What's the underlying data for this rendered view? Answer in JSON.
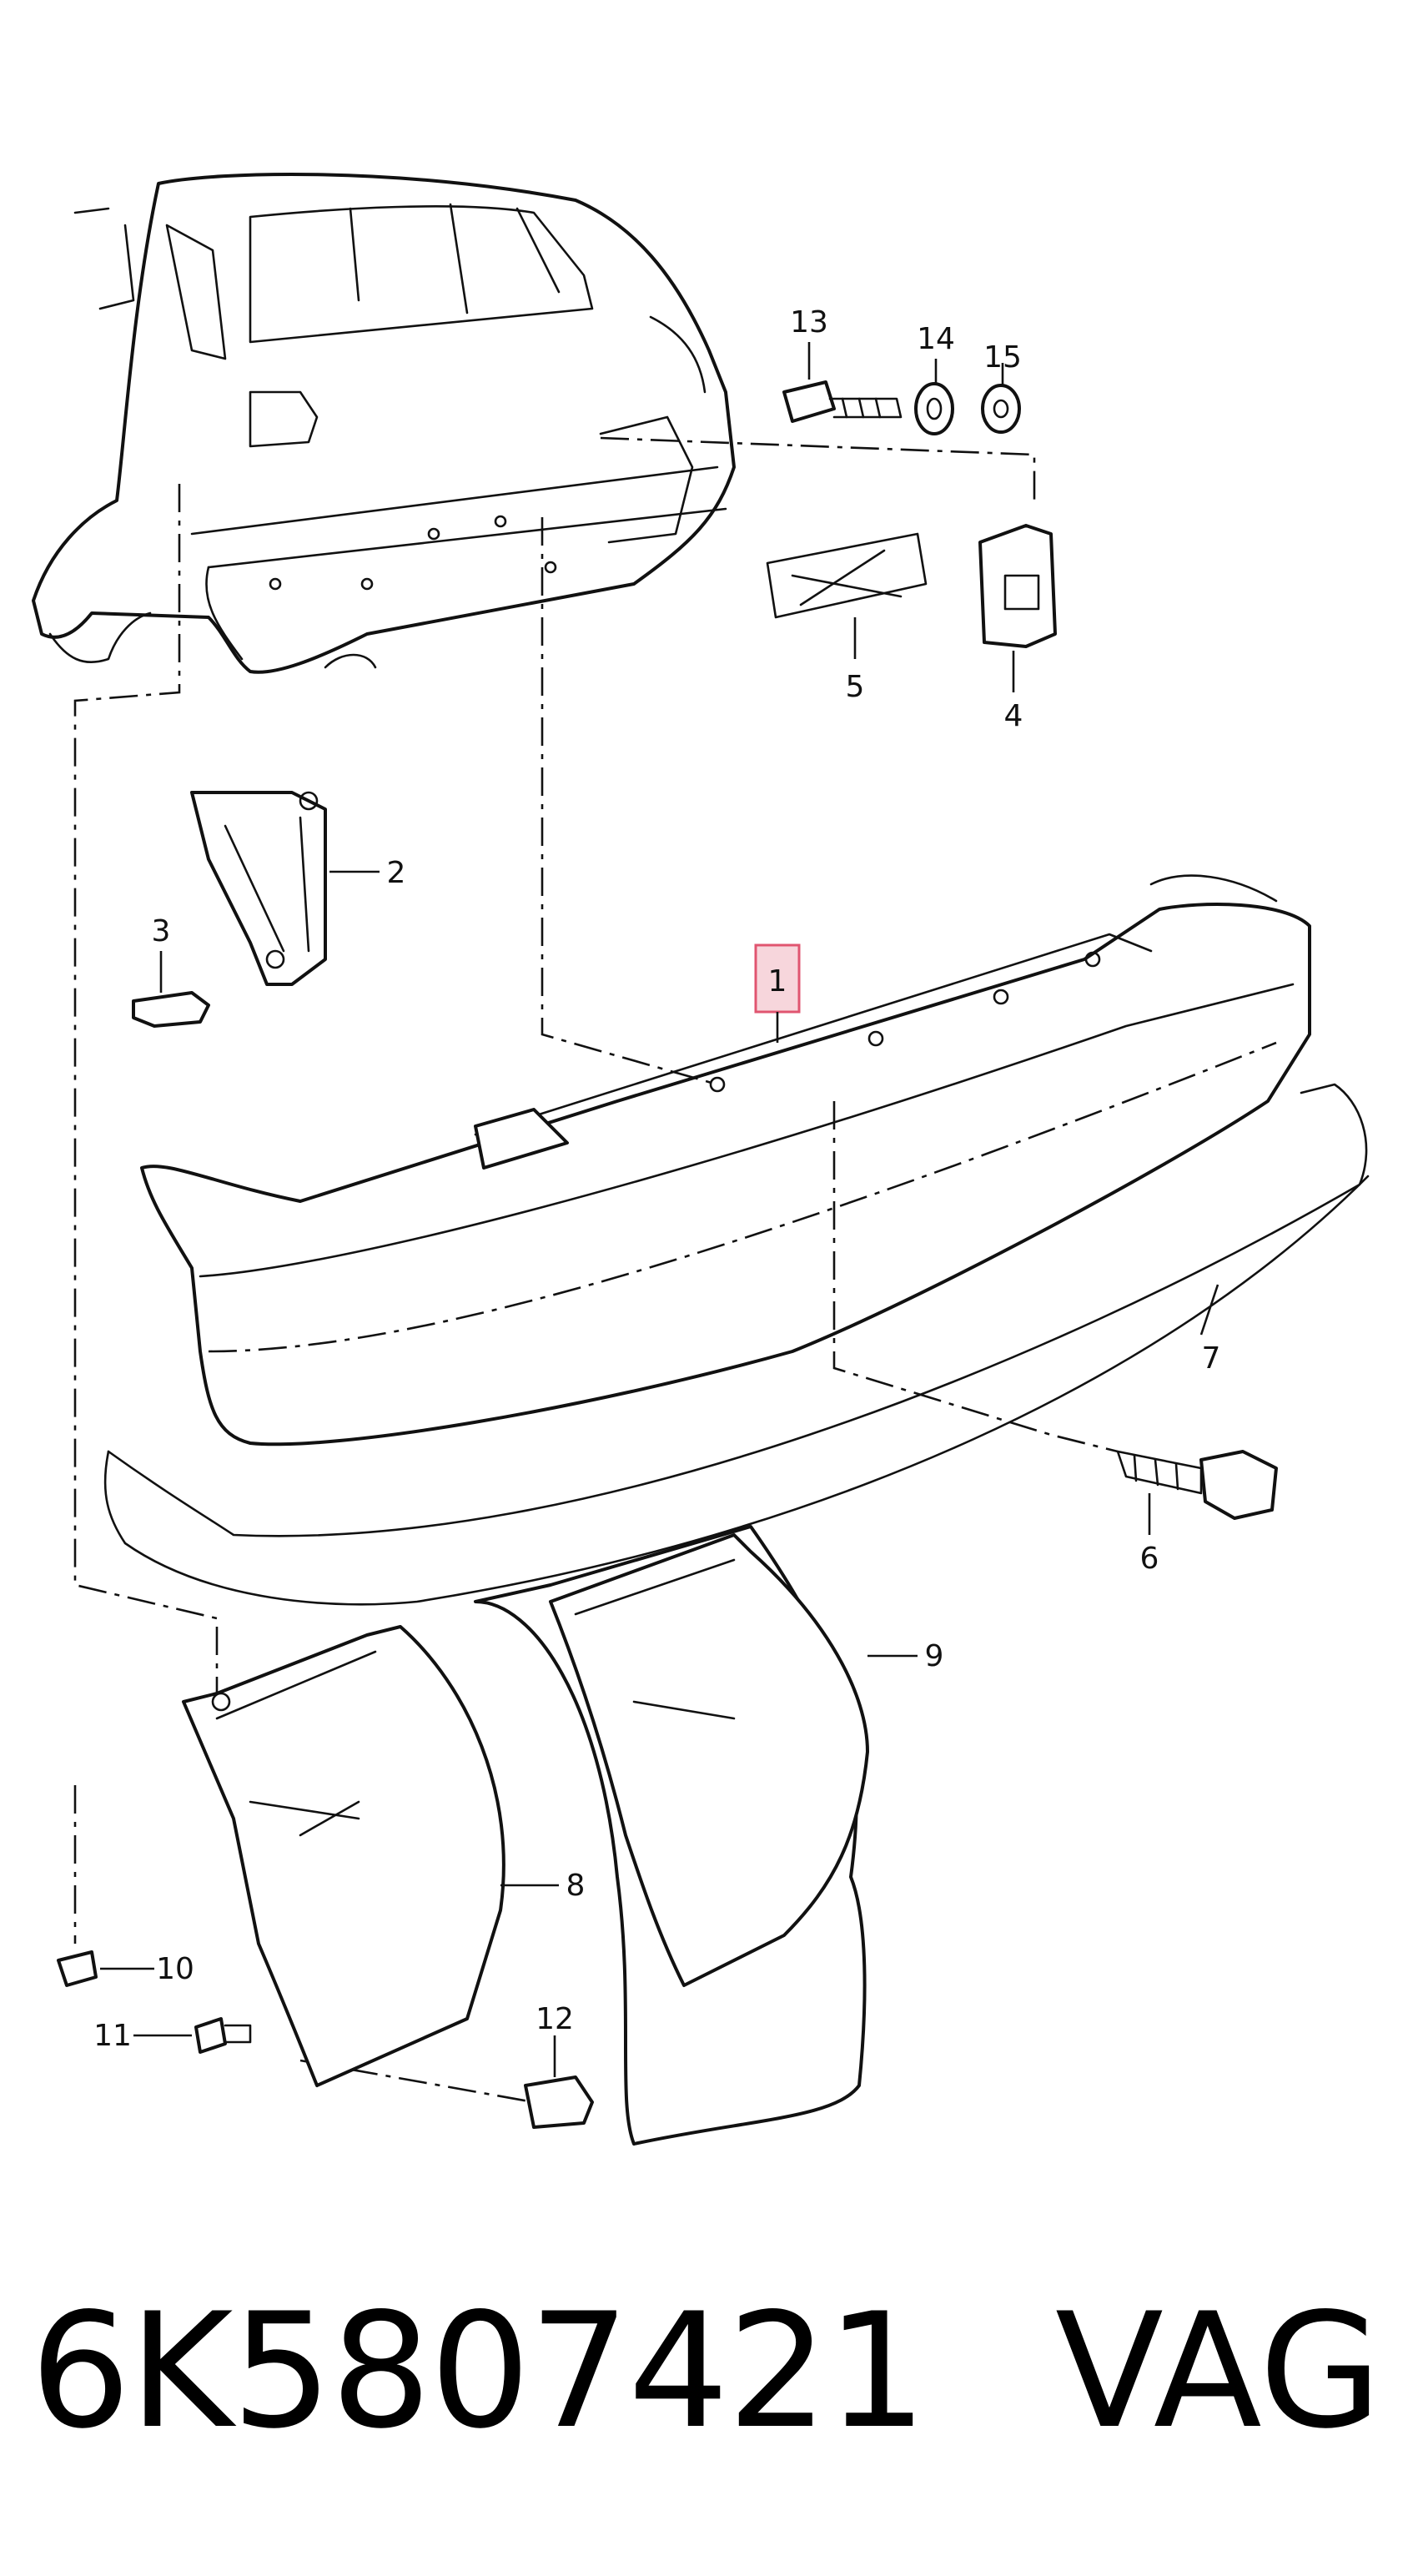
{
  "diagram": {
    "callouts": {
      "c1": "1",
      "c2": "2",
      "c3": "3",
      "c4": "4",
      "c5": "5",
      "c6": "6",
      "c7": "7",
      "c8": "8",
      "c9": "9",
      "c10": "10",
      "c11": "11",
      "c12": "12",
      "c13": "13",
      "c14": "14",
      "c15": "15"
    },
    "highlighted_callout": "1",
    "highlight_color": "#f7d6dc"
  },
  "footer": {
    "part_number": "6K5807421",
    "brand": "VAG"
  }
}
